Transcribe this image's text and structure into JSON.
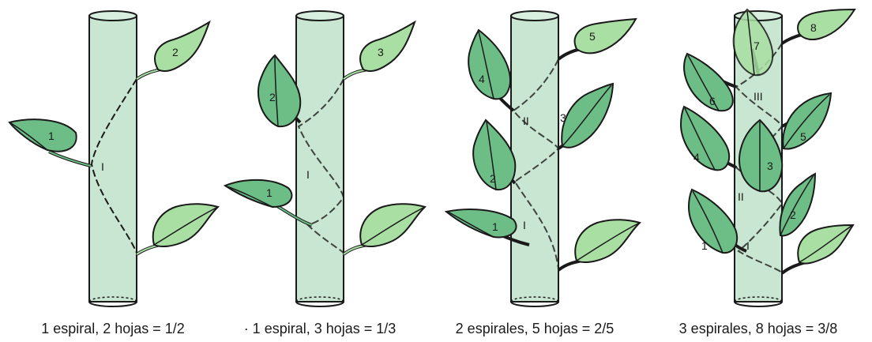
{
  "panels": [
    {
      "caption": "1 espiral, 2 hojas = 1/2",
      "spirals": [
        "I"
      ],
      "leaves": [
        "1",
        "2"
      ]
    },
    {
      "caption": "· 1 espiral, 3 hojas = 1/3",
      "spirals": [
        "I"
      ],
      "leaves": [
        "1",
        "2",
        "3"
      ]
    },
    {
      "caption": "2 espirales, 5 hojas = 2/5",
      "spirals": [
        "I",
        "II"
      ],
      "leaves": [
        "1",
        "2",
        "3",
        "4",
        "5"
      ]
    },
    {
      "caption": "3 espirales, 8 hojas = 3/8",
      "spirals": [
        "I",
        "II",
        "III"
      ],
      "leaves": [
        "1",
        "2",
        "3",
        "4",
        "5",
        "6",
        "7",
        "8"
      ]
    }
  ],
  "colors": {
    "stem_fill": "#c8e6d2",
    "leaf_dark": "#6dbd87",
    "leaf_light": "#a9dfa3",
    "outline": "#1a1a1a"
  }
}
